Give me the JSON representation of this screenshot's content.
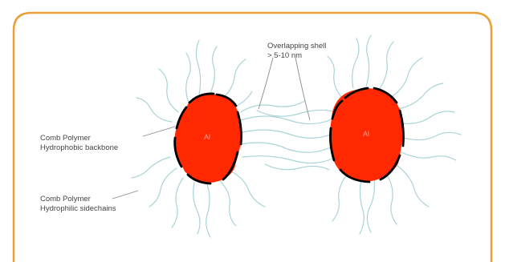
{
  "colors": {
    "frame": "#e8a03a",
    "particle_fill": "#ff2800",
    "particle_outline": "#000000",
    "sidechain": "#a8d4d8",
    "label_text": "#444444",
    "pointer": "#8a8a8a"
  },
  "labels": {
    "shell": [
      "Overlapping shell",
      "> 5-10 nm"
    ],
    "backbone": [
      "Comb Polymer",
      "Hydrophobic backbone"
    ],
    "sidechain": [
      "Comb Polymer",
      "Hydrophilic sidechains"
    ],
    "particle_left": "Al",
    "particle_right": "Al"
  }
}
